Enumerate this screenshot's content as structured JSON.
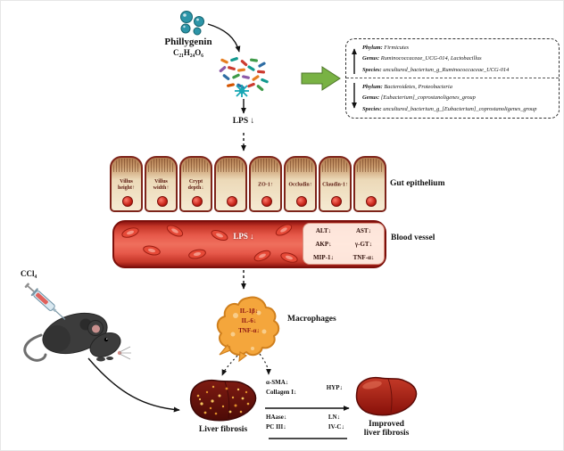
{
  "phillygenin": {
    "name": "Phillygenin",
    "formula": "C₂₁H₂₄O₆"
  },
  "lps_upper": "LPS ↓",
  "microbiota": {
    "increased": {
      "phylum_label": "Phylum:",
      "phylum_value": "Firmicutes",
      "genus_label": "Genus:",
      "genus_value": "Ruminococcaceae_UCG-014, Lactobacillus",
      "species_label": "Species:",
      "species_value": "uncultured_bacterium_g_Ruminococcaceae_UCG-014"
    },
    "decreased": {
      "phylum_label": "Phylum:",
      "phylum_value": "Bacteroidetes, Proteobacteria",
      "genus_label": "Genus:",
      "genus_value": "[Eubacterium]_coprostanoligenes_group",
      "species_label": "Species:",
      "species_value": "uncultured_bacterium_g_[Eubacterium]_coprostanoligenes_group"
    }
  },
  "gut_epithelium": {
    "title": "Gut epithelium",
    "cell_labels": [
      "Villus height↑",
      "Villus width↑",
      "Crypt depth↓",
      "",
      "ZO-1↑",
      "Occludin↑",
      "Claudin-1↑",
      ""
    ]
  },
  "blood_vessel": {
    "title": "Blood vessel",
    "lps": "LPS ↓",
    "markers": [
      "ALT↓",
      "AST↓",
      "AKP↓",
      "γ-GT↓",
      "MIP-1↓",
      "TNF-α↓"
    ]
  },
  "macrophages": {
    "title": "Macrophages",
    "cytokines": [
      "IL-1β↓",
      "IL-6↓",
      "TNF-α↓"
    ]
  },
  "mouse": {
    "injection_label": "CCl₄"
  },
  "fibrosis_panel": {
    "liver_label": "Liver fibrosis",
    "improved_label_line1": "Improved",
    "improved_label_line2": "liver fibrosis",
    "upper_left": [
      "α-SMA↓",
      "Collagen I↓"
    ],
    "upper_right": [
      "HYP↓"
    ],
    "lower_left": [
      "HAase↓",
      "PC III↓"
    ],
    "lower_right": [
      "LN↓",
      "IV-C↓"
    ]
  }
}
